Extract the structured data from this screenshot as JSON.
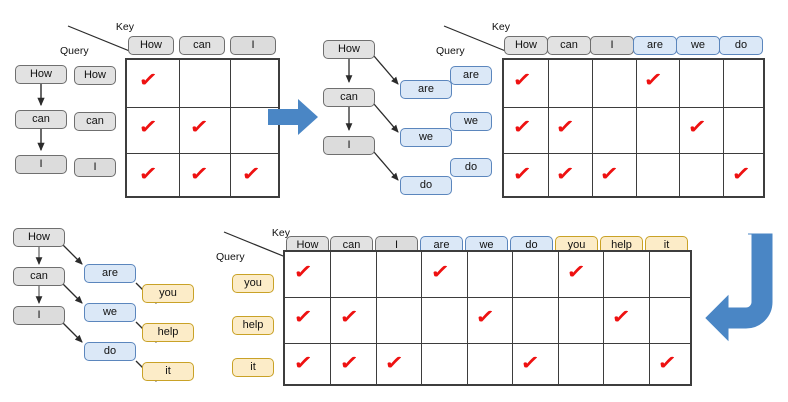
{
  "colors": {
    "gray_fill": "#e2e2e2",
    "blue_fill": "#dbe8f7",
    "yellow_fill": "#fcecc8",
    "check_red": "#ee1111",
    "arrow_blue": "#4a86c5",
    "grid_line": "#3d3d3d"
  },
  "labels": {
    "key": "Key",
    "query": "Query"
  },
  "tokens": {
    "how": "How",
    "can": "can",
    "i": "I",
    "are": "are",
    "we": "we",
    "do": "do",
    "you": "you",
    "help": "help",
    "it": "it"
  },
  "panel_top_left": {
    "name": "first-stage-attention-matrix",
    "chain": [
      "How",
      "can",
      "I"
    ],
    "columns": [
      "How",
      "can",
      "I"
    ],
    "rows": [
      "How",
      "can",
      "I"
    ],
    "column_types": [
      "gray",
      "gray",
      "gray"
    ],
    "row_types": [
      "gray",
      "gray",
      "gray"
    ],
    "checks": [
      [
        true,
        false,
        false
      ],
      [
        true,
        true,
        false
      ],
      [
        true,
        true,
        true
      ]
    ]
  },
  "panel_top_mid_tree": {
    "name": "second-stage-tree",
    "nodes": [
      {
        "label": "How",
        "type": "gray"
      },
      {
        "label": "can",
        "type": "gray"
      },
      {
        "label": "I",
        "type": "gray2"
      },
      {
        "label": "are",
        "type": "blue"
      },
      {
        "label": "we",
        "type": "blue"
      },
      {
        "label": "do",
        "type": "blue"
      }
    ],
    "edges": [
      {
        "from": "How",
        "to": "can"
      },
      {
        "from": "can",
        "to": "I"
      },
      {
        "from": "How",
        "to": "are"
      },
      {
        "from": "can",
        "to": "we"
      },
      {
        "from": "I",
        "to": "do"
      }
    ]
  },
  "panel_top_right": {
    "name": "second-stage-attention-matrix",
    "columns": [
      "How",
      "can",
      "I",
      "are",
      "we",
      "do"
    ],
    "column_types": [
      "gray",
      "gray",
      "gray2",
      "blue",
      "blue",
      "blue"
    ],
    "rows": [
      "are",
      "we",
      "do"
    ],
    "row_types": [
      "blue",
      "blue",
      "blue"
    ],
    "checks": [
      [
        true,
        false,
        false,
        true,
        false,
        false
      ],
      [
        true,
        true,
        false,
        false,
        true,
        false
      ],
      [
        true,
        true,
        true,
        false,
        false,
        true
      ]
    ]
  },
  "panel_bottom_tree": {
    "name": "third-stage-tree",
    "nodes": [
      {
        "label": "How",
        "type": "gray"
      },
      {
        "label": "can",
        "type": "gray"
      },
      {
        "label": "I",
        "type": "gray2"
      },
      {
        "label": "are",
        "type": "blue"
      },
      {
        "label": "we",
        "type": "blue"
      },
      {
        "label": "do",
        "type": "blue"
      },
      {
        "label": "you",
        "type": "yellow"
      },
      {
        "label": "help",
        "type": "yellow"
      },
      {
        "label": "it",
        "type": "yellow"
      }
    ],
    "edges": [
      {
        "from": "How",
        "to": "can"
      },
      {
        "from": "can",
        "to": "I"
      },
      {
        "from": "How",
        "to": "are"
      },
      {
        "from": "can",
        "to": "we"
      },
      {
        "from": "I",
        "to": "do"
      },
      {
        "from": "are",
        "to": "you"
      },
      {
        "from": "we",
        "to": "help"
      },
      {
        "from": "do",
        "to": "it"
      }
    ]
  },
  "panel_bottom_right": {
    "name": "third-stage-attention-matrix",
    "columns": [
      "How",
      "can",
      "I",
      "are",
      "we",
      "do",
      "you",
      "help",
      "it"
    ],
    "column_types": [
      "gray",
      "gray",
      "gray2",
      "blue",
      "blue",
      "blue",
      "yellow",
      "yellow",
      "yellow"
    ],
    "rows": [
      "you",
      "help",
      "it"
    ],
    "row_types": [
      "yellow",
      "yellow",
      "yellow"
    ],
    "checks": [
      [
        true,
        false,
        false,
        true,
        false,
        false,
        true,
        false,
        false
      ],
      [
        true,
        true,
        false,
        false,
        true,
        false,
        false,
        true,
        false
      ],
      [
        true,
        true,
        true,
        false,
        false,
        true,
        false,
        false,
        true
      ]
    ]
  },
  "arrows": {
    "right_arrow": "arrow-right",
    "wrap_arrow": "arrow-wrap-down-left"
  }
}
